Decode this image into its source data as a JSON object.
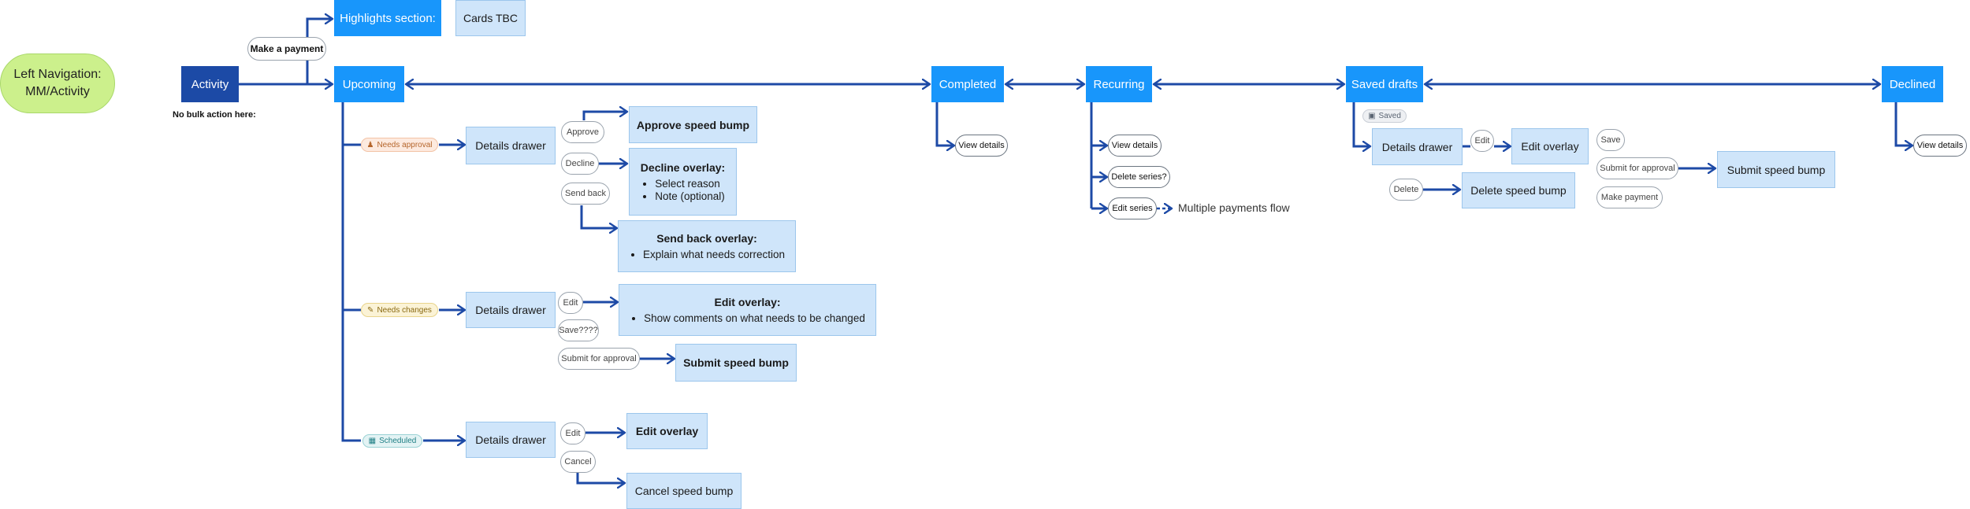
{
  "left_nav": {
    "line1": "Left Navigation:",
    "line2": "MM/Activity"
  },
  "nodes": {
    "activity": "Activity",
    "highlights": "Highlights section:",
    "cards_tbc": "Cards TBC",
    "upcoming": "Upcoming",
    "completed": "Completed",
    "recurring": "Recurring",
    "saved_drafts": "Saved drafts",
    "declined": "Declined"
  },
  "make_payment": "Make a payment",
  "no_bulk": "No bulk action here:",
  "upcoming": {
    "needs_approval": {
      "badge": "Needs approval",
      "drawer": "Details drawer",
      "actions": {
        "approve": "Approve",
        "decline": "Decline",
        "send_back": "Send back"
      },
      "approve_box": "Approve speed bump",
      "decline_box": {
        "title": "Decline overlay:",
        "items": [
          "Select reason",
          "Note (optional)"
        ]
      },
      "send_back_box": {
        "title": "Send back overlay:",
        "items": [
          "Explain what needs correction"
        ]
      }
    },
    "needs_changes": {
      "badge": "Needs changes",
      "drawer": "Details drawer",
      "actions": {
        "edit": "Edit",
        "save": "Save????",
        "submit": "Submit for approval"
      },
      "edit_box": {
        "title": "Edit overlay:",
        "items": [
          "Show comments on what needs to be changed"
        ]
      },
      "submit_box": "Submit speed bump"
    },
    "scheduled": {
      "badge": "Scheduled",
      "drawer": "Details drawer",
      "actions": {
        "edit": "Edit",
        "cancel": "Cancel"
      },
      "edit_box": "Edit overlay",
      "cancel_box": "Cancel speed bump"
    }
  },
  "completed": {
    "view_details": "View details"
  },
  "recurring": {
    "view_details": "View details",
    "delete_series": "Delete series?",
    "edit_series": "Edit series",
    "multiple_flow": "Multiple payments flow"
  },
  "saved_drafts": {
    "badge": "Saved",
    "drawer": "Details drawer",
    "edit": "Edit",
    "edit_box": "Edit overlay",
    "delete": "Delete",
    "delete_box": "Delete speed bump",
    "save": "Save",
    "submit": "Submit for approval",
    "make_payment": "Make payment",
    "submit_box": "Submit speed bump"
  },
  "declined": {
    "view_details": "View details"
  },
  "colors": {
    "connector": "#1d4aa6",
    "primary": "#1896fb",
    "dark": "#1c4aa6",
    "light_box": "#cfe5fa",
    "left_nav": "#ccf08c"
  }
}
